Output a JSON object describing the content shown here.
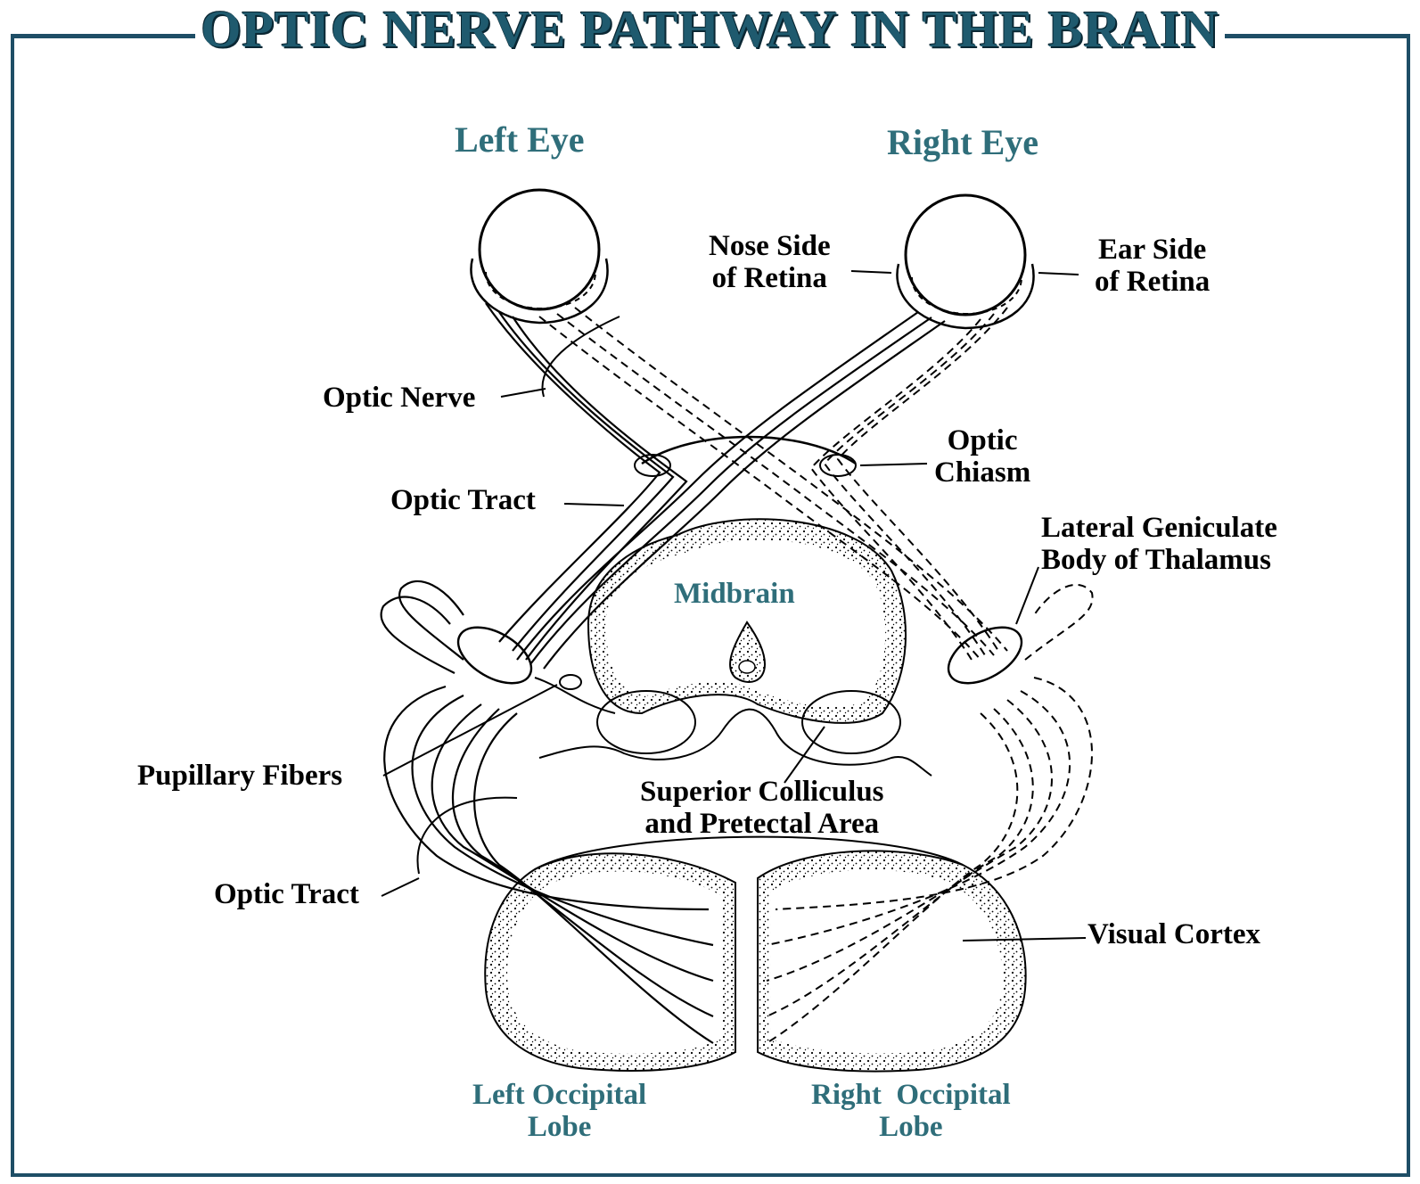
{
  "title": "OPTIC NERVE PATHWAY IN THE BRAIN",
  "labels": {
    "left_eye": "Left Eye",
    "right_eye": "Right Eye",
    "nose_side": "Nose Side\nof Retina",
    "ear_side": "Ear Side\nof Retina",
    "optic_nerve": "Optic Nerve",
    "optic_chiasm": "Optic\nChiasm",
    "optic_tract_upper": "Optic Tract",
    "lateral_geniculate": "Lateral Geniculate\nBody of Thalamus",
    "midbrain": "Midbrain",
    "pupillary_fibers": "Pupillary Fibers",
    "superior_colliculus": "Superior Colliculus\nand Pretectal Area",
    "optic_tract_lower": "Optic Tract",
    "visual_cortex": "Visual Cortex",
    "left_occipital": "Left Occipital\nLobe",
    "right_occipital": "Right  Occipital\nLobe"
  },
  "colors": {
    "frame": "#1e4e66",
    "title": "#1f5a6e",
    "teal_label": "#2f6e7a",
    "line": "#000000"
  }
}
